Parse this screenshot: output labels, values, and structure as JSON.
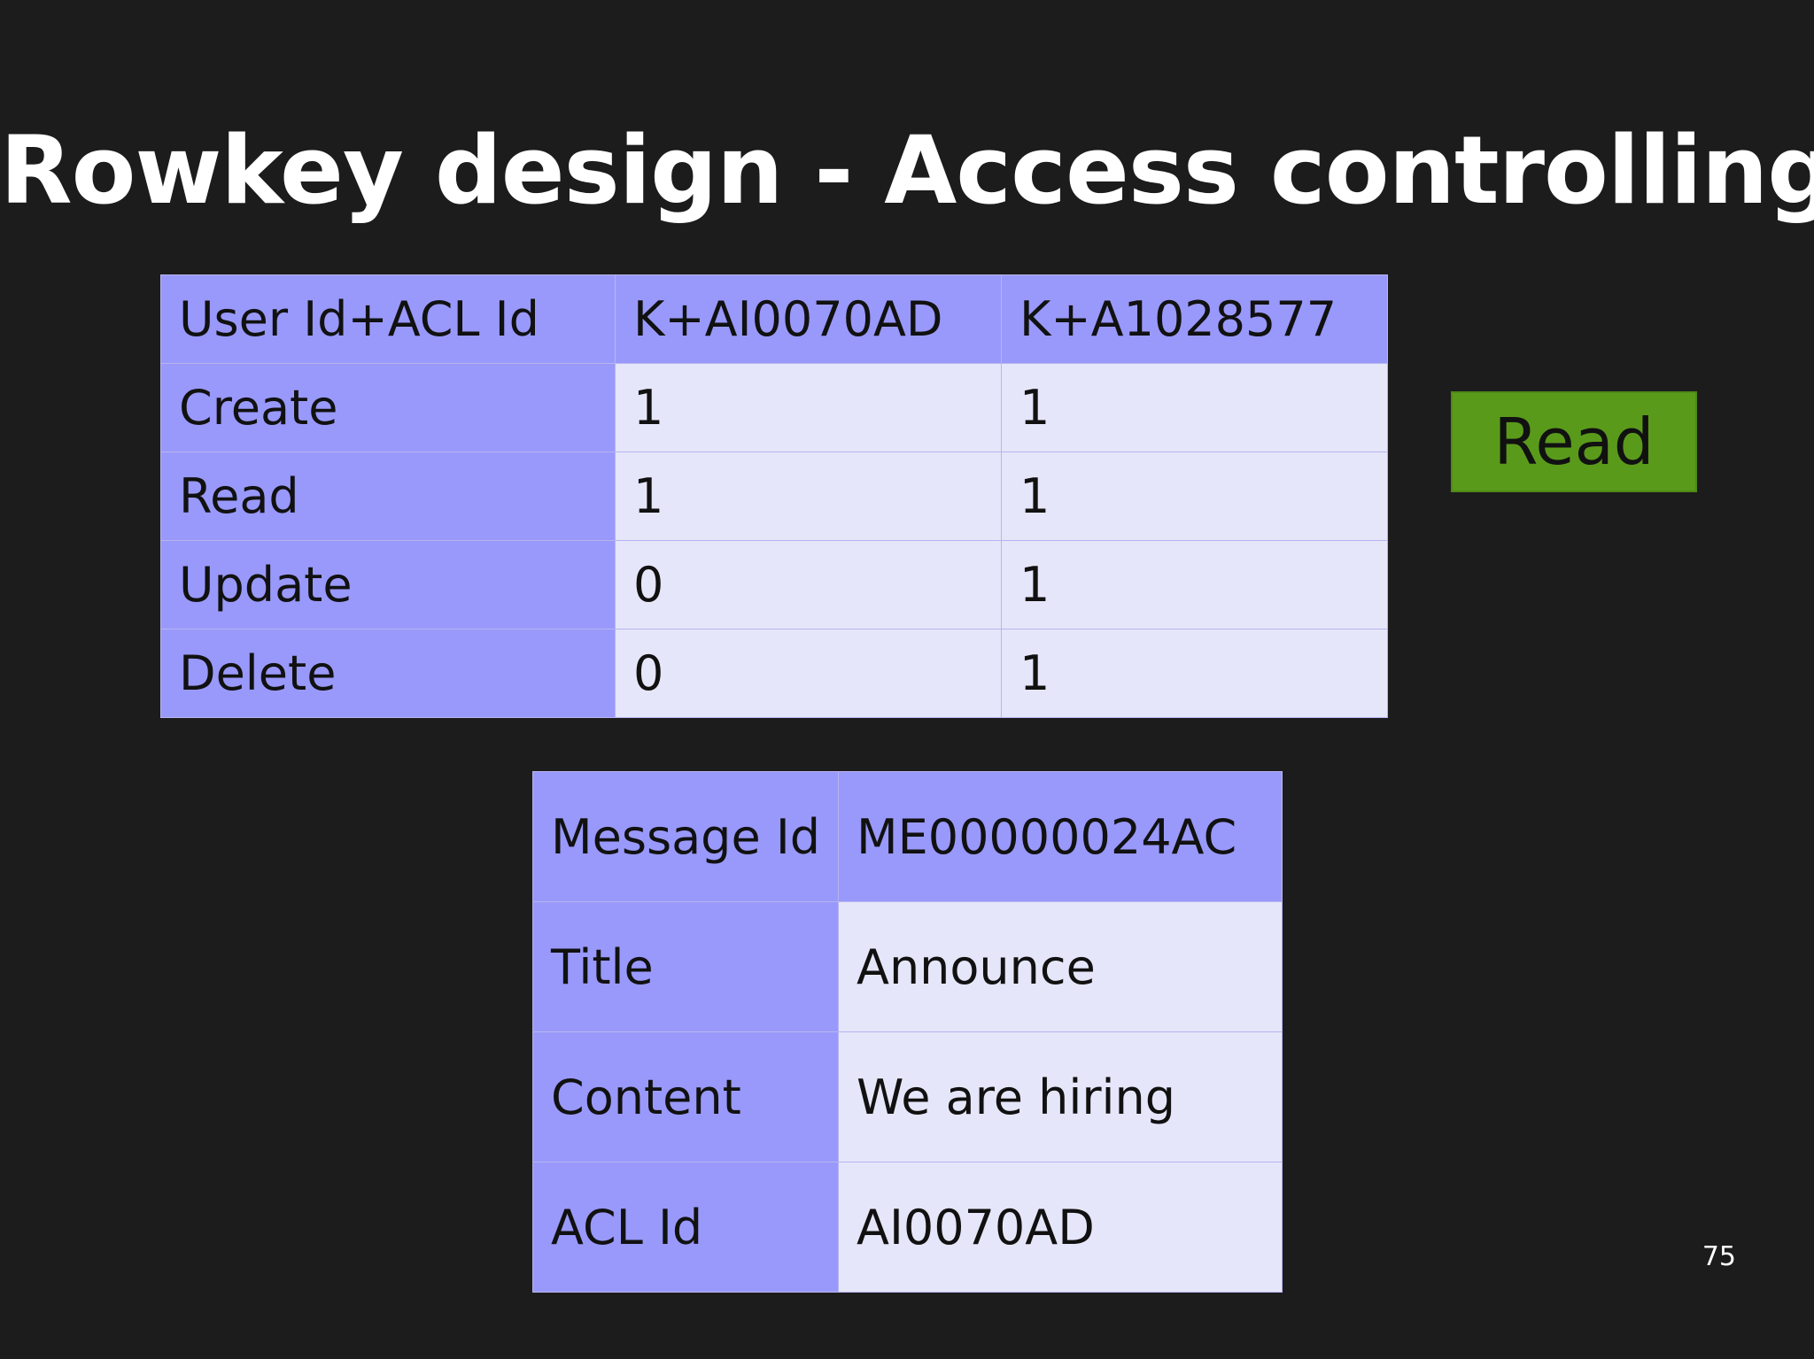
{
  "slide": {
    "title": "Rowkey design - Access controlling",
    "page_number": "75",
    "badge_label": "Read",
    "colors": {
      "background": "#1d1c1d",
      "header_cell": "#9999fb",
      "value_cell": "#e6e6fa",
      "badge": "#5a9a1b"
    }
  },
  "acl_table": {
    "header": [
      "User Id+ACL Id",
      "K+AI0070AD",
      "K+A1028577"
    ],
    "rows": [
      [
        "Create",
        "1",
        "1"
      ],
      [
        "Read",
        "1",
        "1"
      ],
      [
        "Update",
        "0",
        "1"
      ],
      [
        "Delete",
        "0",
        "1"
      ]
    ]
  },
  "message_table": {
    "rows": [
      [
        "Message Id",
        "ME00000024AC"
      ],
      [
        "Title",
        "Announce"
      ],
      [
        "Content",
        "We are hiring"
      ],
      [
        "ACL Id",
        "AI0070AD"
      ]
    ]
  }
}
